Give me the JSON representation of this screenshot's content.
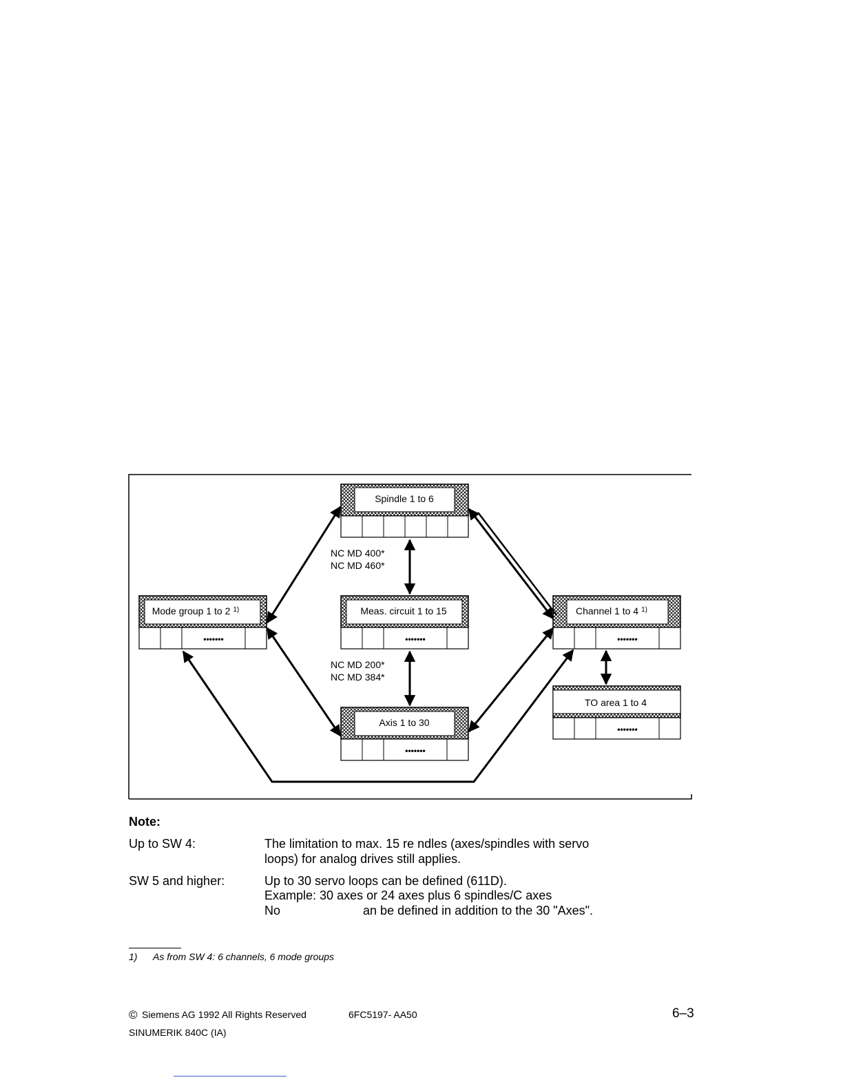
{
  "diagram": {
    "spindle": "Spindle 1 to 6",
    "mode_group": "Mode group 1 to 2",
    "meas_circuit": "Meas. circuit 1 to 15",
    "channel": "Channel 1 to 4",
    "axis": "Axis 1 to 30",
    "to_area": "TO area 1 to 4",
    "footnote_marker": "1)",
    "dots": "•••••••",
    "label_md1_line1": "NC MD 400*",
    "label_md1_line2": "NC MD 460*",
    "label_md2_line1": "NC MD 200*",
    "label_md2_line2": "NC MD 384*"
  },
  "note": {
    "title": "Note:",
    "rows": [
      {
        "label": "Up to SW 4:",
        "lines": [
          "The limitation to max. 15 re                    ndles (axes/spindles with servo",
          "loops) for analog drives still applies."
        ]
      },
      {
        "label": "SW 5 and higher:",
        "lines": [
          "Up to 30 servo loops can be defined (611D).",
          "Example: 30 axes or 24 axes plus 6 spindles/C axes",
          "No                        an be defined in addition to the 30 \"Axes\"."
        ]
      }
    ]
  },
  "footnote": {
    "number": "1)",
    "text": "As from SW 4: 6 channels, 6 mode groups"
  },
  "footer": {
    "copyright_symbol": "©",
    "copyright": "Siemens AG  1992  All Rights Reserved",
    "order_no": "6FC5197- AA50",
    "product": "SINUMERIK 840C (IA)",
    "page_number": "6–3"
  }
}
